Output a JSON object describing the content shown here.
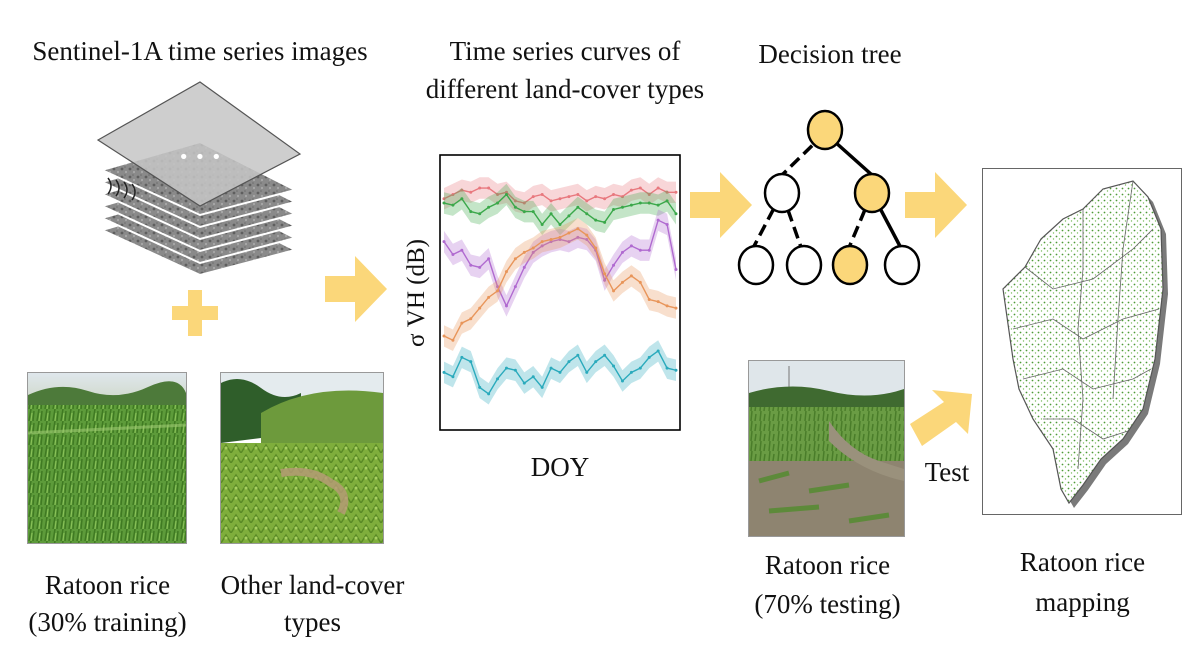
{
  "titles": {
    "sentinel": "Sentinel-1A time series images",
    "curves_line1": "Time series curves of",
    "curves_line2": "different land-cover types",
    "decision_tree": "Decision tree"
  },
  "photos": {
    "ratoon_training_line1": "Ratoon rice",
    "ratoon_training_line2": "(30% training)",
    "other_line1": "Other land-cover",
    "other_line2": "types",
    "ratoon_testing_line1": "Ratoon rice",
    "ratoon_testing_line2": "(70% testing)"
  },
  "mapping": {
    "line1": "Ratoon rice",
    "line2": "mapping"
  },
  "test_label": "Test",
  "ellipsis": "• • •",
  "chart_data": {
    "type": "line",
    "xlabel": "DOY",
    "ylabel": "σ VH (dB)",
    "x": [
      0,
      1,
      2,
      3,
      4,
      5,
      6,
      7,
      8,
      9,
      10,
      11,
      12,
      13,
      14,
      15,
      16,
      17,
      18,
      19,
      20,
      21,
      22,
      23,
      24,
      25,
      26
    ],
    "series": [
      {
        "color": "#e8787e",
        "values": [
          0.86,
          0.88,
          0.9,
          0.89,
          0.91,
          0.91,
          0.88,
          0.89,
          0.85,
          0.84,
          0.87,
          0.88,
          0.85,
          0.86,
          0.87,
          0.88,
          0.85,
          0.87,
          0.86,
          0.88,
          0.87,
          0.9,
          0.91,
          0.88,
          0.91,
          0.89,
          0.89
        ]
      },
      {
        "color": "#3aa84a",
        "values": [
          0.84,
          0.83,
          0.86,
          0.8,
          0.79,
          0.82,
          0.84,
          0.88,
          0.82,
          0.8,
          0.8,
          0.74,
          0.79,
          0.74,
          0.78,
          0.82,
          0.79,
          0.76,
          0.75,
          0.81,
          0.82,
          0.83,
          0.84,
          0.84,
          0.83,
          0.85,
          0.79
        ]
      },
      {
        "color": "#b06ad0",
        "values": [
          0.66,
          0.6,
          0.62,
          0.55,
          0.54,
          0.58,
          0.45,
          0.36,
          0.45,
          0.54,
          0.61,
          0.64,
          0.66,
          0.67,
          0.66,
          0.68,
          0.67,
          0.62,
          0.48,
          0.55,
          0.61,
          0.64,
          0.62,
          0.62,
          0.76,
          0.74,
          0.53
        ]
      },
      {
        "color": "#e8955a",
        "values": [
          0.22,
          0.2,
          0.28,
          0.3,
          0.35,
          0.4,
          0.43,
          0.52,
          0.58,
          0.61,
          0.63,
          0.66,
          0.67,
          0.68,
          0.7,
          0.72,
          0.69,
          0.63,
          0.51,
          0.43,
          0.47,
          0.5,
          0.47,
          0.39,
          0.38,
          0.36,
          0.35
        ]
      },
      {
        "color": "#2aaabc",
        "values": [
          0.05,
          0.03,
          0.12,
          0.1,
          -0.02,
          -0.05,
          0.02,
          0.07,
          0.06,
          0.0,
          0.03,
          -0.02,
          0.07,
          0.05,
          0.1,
          0.13,
          0.05,
          0.1,
          0.13,
          0.08,
          0.01,
          0.05,
          0.07,
          0.12,
          0.15,
          0.07,
          0.06
        ]
      }
    ],
    "ylim": [
      -0.2,
      1.05
    ],
    "grid": false,
    "legend": "none"
  }
}
